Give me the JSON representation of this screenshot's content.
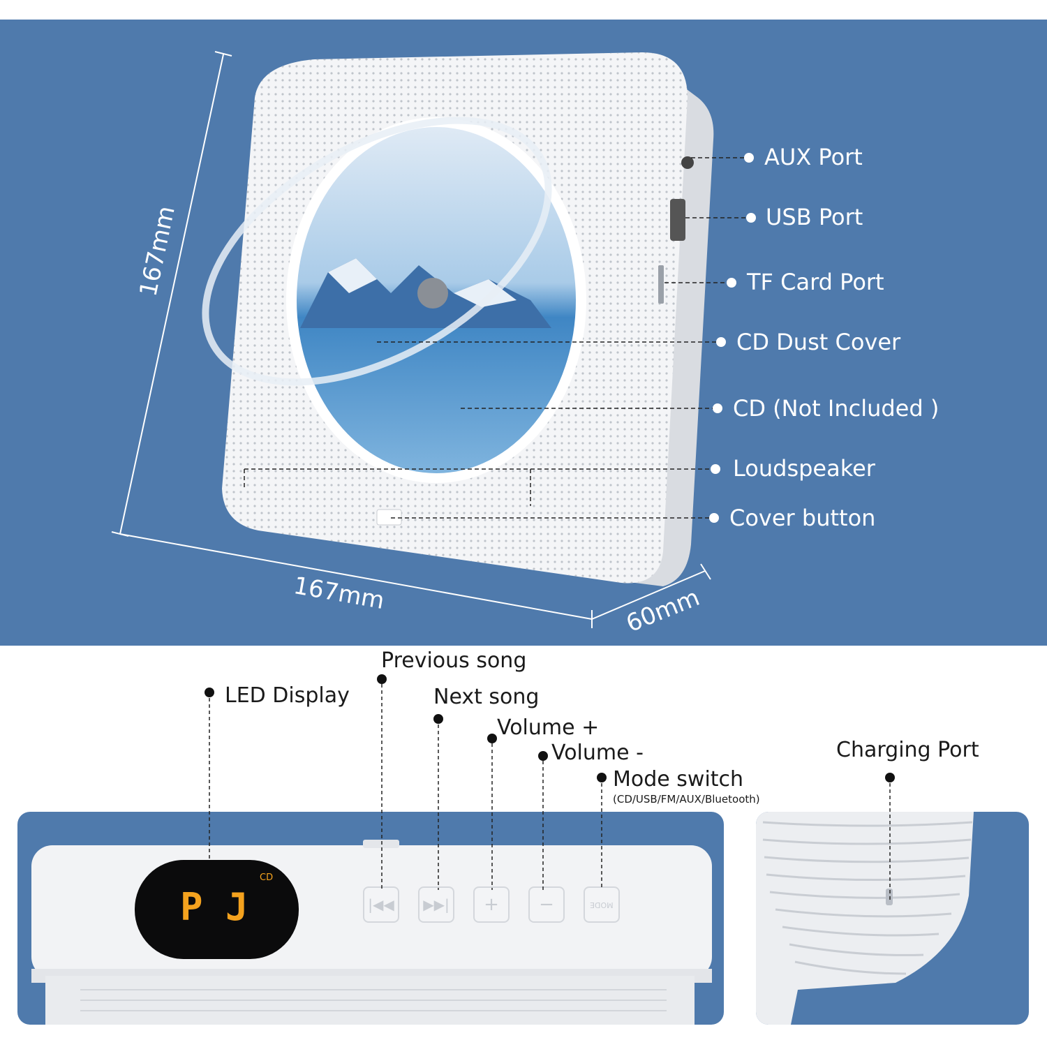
{
  "top_labels": {
    "aux": "AUX Port",
    "usb": "USB Port",
    "tf": "TF Card Port",
    "cd_cover": "CD Dust Cover",
    "cd": "CD (Not Included )",
    "speaker": "Loudspeaker",
    "cover_button": "Cover button"
  },
  "dimensions": {
    "height": "167mm",
    "width": "167mm",
    "depth": "60mm"
  },
  "bottom_labels": {
    "led": "LED Display",
    "previous": "Previous song",
    "next": "Next song",
    "vol_up": "Volume +",
    "vol_down": "Volume -",
    "mode": "Mode switch",
    "mode_sub": "(CD/USB/FM/AUX/Bluetooth)",
    "charging": "Charging Port"
  },
  "display": {
    "digits": "P J",
    "cd_tag": "CD"
  },
  "buttons": {
    "prev": "|◀◀",
    "next": "▶▶|",
    "plus": "+",
    "minus": "−",
    "mode": "MODE"
  },
  "colors": {
    "panel_blue": "#4f7aac",
    "led_amber": "#f4a21e"
  }
}
